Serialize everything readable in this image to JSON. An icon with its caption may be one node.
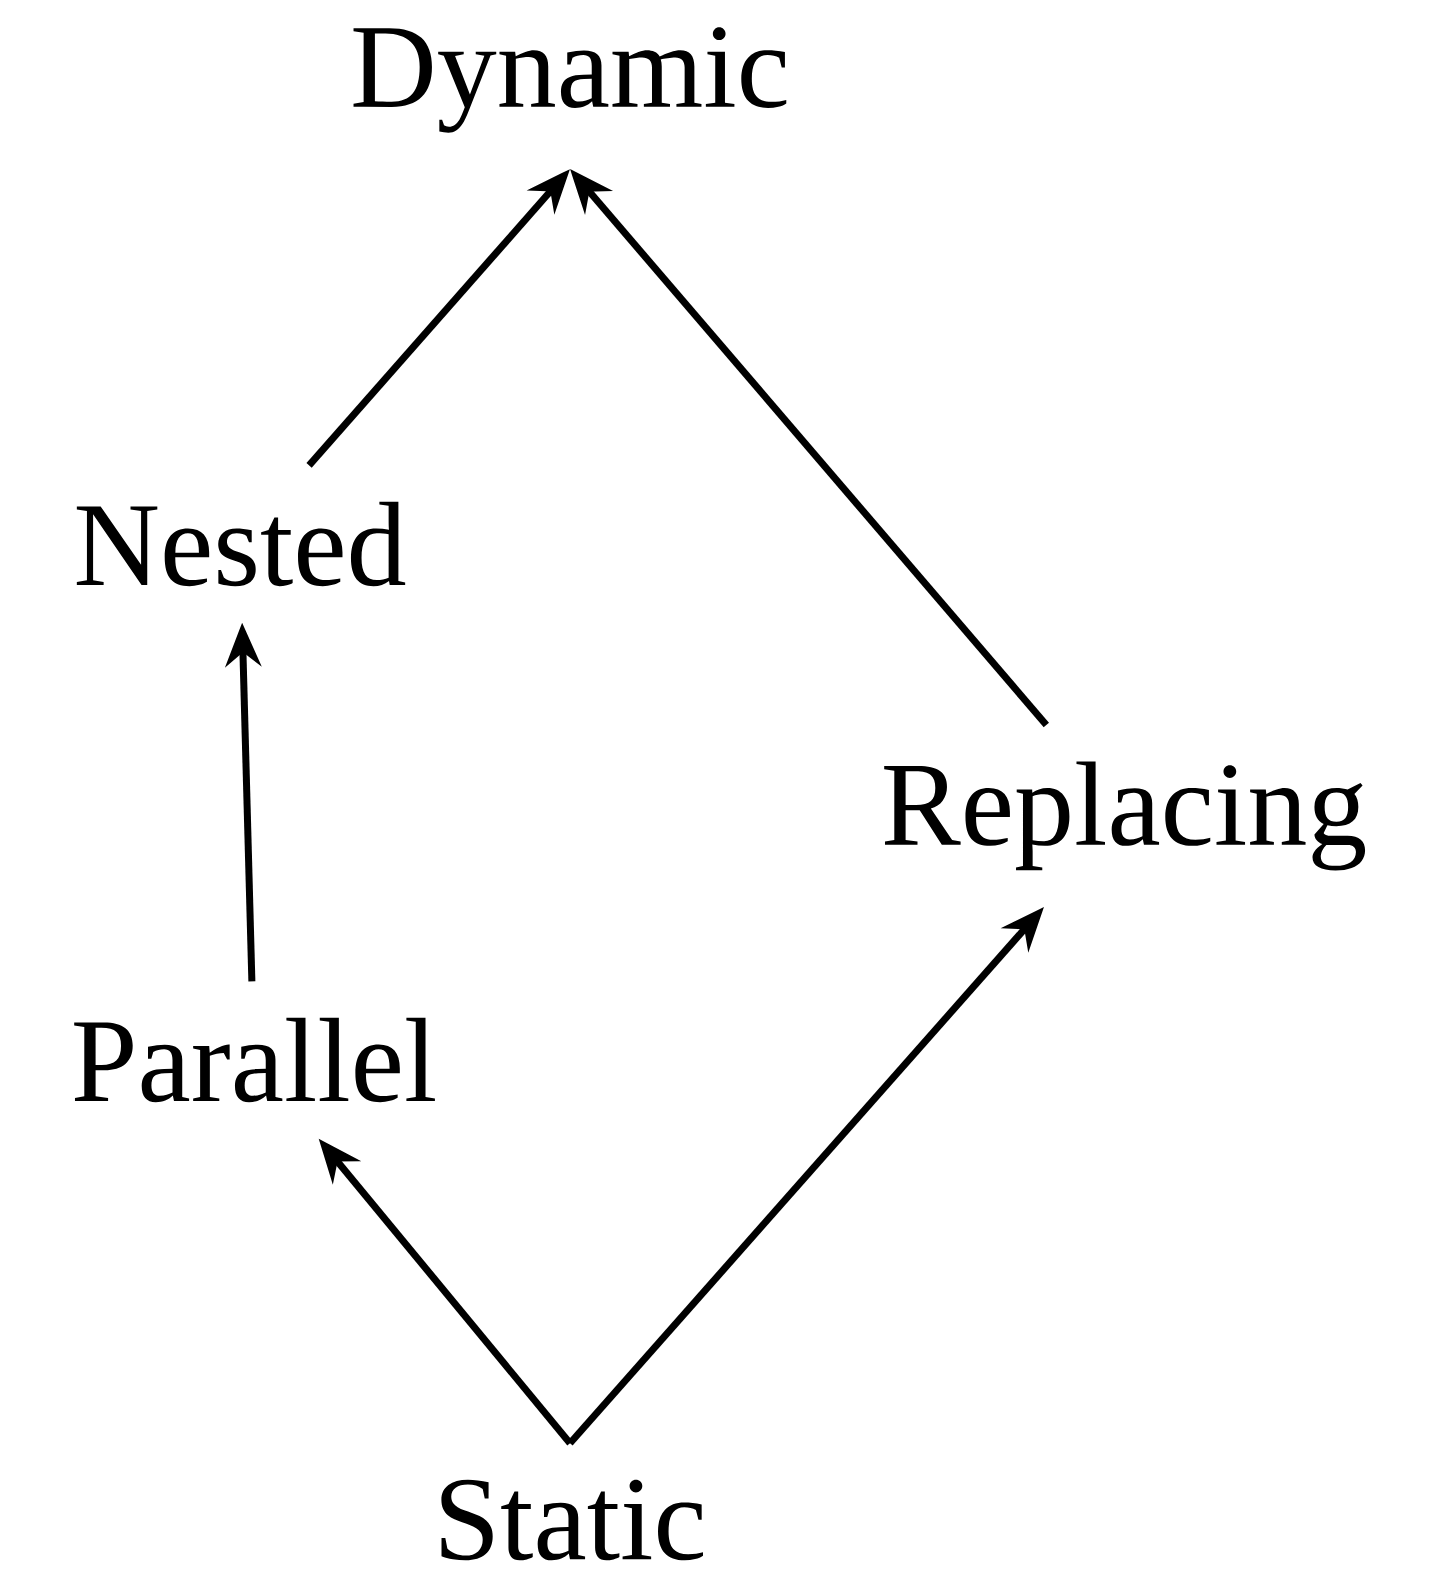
{
  "diagram": {
    "nodes": [
      {
        "text": [
          "Dynamic"
        ]
      },
      {
        "text": [
          "Nested"
        ]
      },
      {
        "text": [
          "Replacing"
        ]
      },
      {
        "text": [
          "Parallel"
        ]
      },
      {
        "text": [
          "Static"
        ]
      }
    ],
    "edges": [
      {
        "from": 1,
        "to": 0,
        "arrow": "to"
      },
      {
        "from": 2,
        "to": 0,
        "arrow": "to"
      },
      {
        "from": 3,
        "to": 1,
        "arrow": "to"
      },
      {
        "from": 4,
        "to": 3,
        "arrow": "to"
      },
      {
        "from": 4,
        "to": 2,
        "arrow": "to"
      }
    ]
  }
}
